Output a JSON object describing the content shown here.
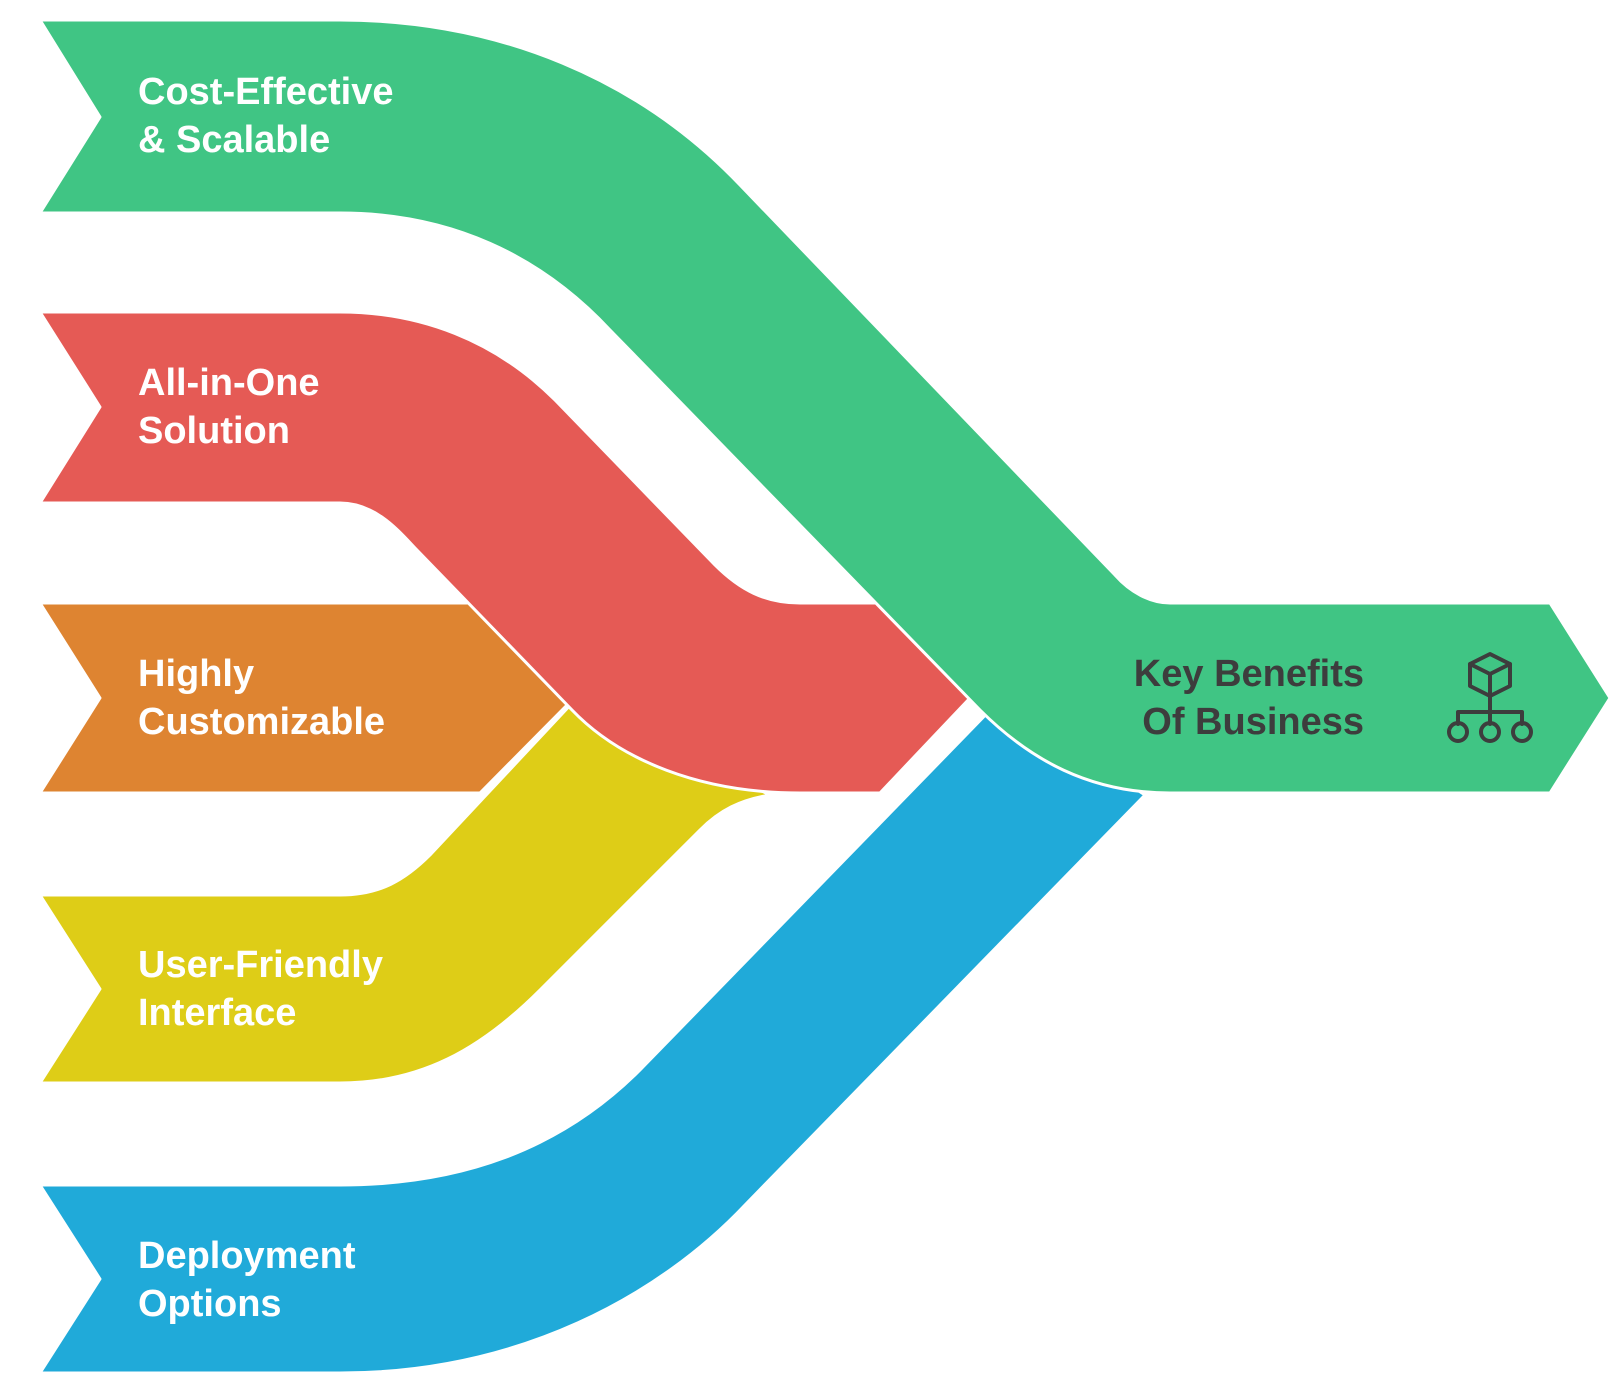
{
  "diagram": {
    "target": {
      "line1": "Key Benefits",
      "line2": "Of Business",
      "icon": "hierarchy-icon",
      "color": "#40c584"
    },
    "branches": [
      {
        "line1": "Cost-Effective",
        "line2": "& Scalable",
        "color": "#40c584"
      },
      {
        "line1": "All-in-One",
        "line2": "Solution",
        "color": "#e55a55"
      },
      {
        "line1": "Highly",
        "line2": "Customizable",
        "color": "#de8431"
      },
      {
        "line1": "User-Friendly",
        "line2": "Interface",
        "color": "#decd17"
      },
      {
        "line1": "Deployment",
        "line2": "Options",
        "color": "#20aad9"
      }
    ],
    "text_color": "#ffffff",
    "target_text_color": "#3d3d3d"
  }
}
